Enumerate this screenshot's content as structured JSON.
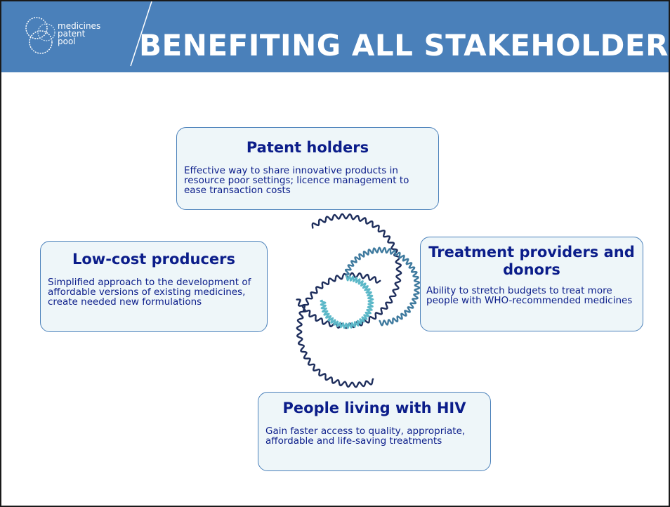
{
  "header": {
    "logo_line1": "medicines",
    "logo_line2": "patent",
    "logo_line3": "pool",
    "title": "BENEFITING ALL STAKEHOLDERS"
  },
  "boxes": {
    "patent_holders": {
      "title": "Patent holders",
      "text": "Effective way to share innovative products in resource poor settings; licence management to ease transaction costs"
    },
    "low_cost_producers": {
      "title": "Low-cost producers",
      "text": "Simplified approach to the development of affordable versions of existing medicines, create needed new formulations"
    },
    "treatment_providers": {
      "title": "Treatment providers and donors",
      "text": "Ability to stretch budgets to treat more people with WHO-recommended medicines"
    },
    "people_living_with_hiv": {
      "title": "People living with HIV",
      "text": "Gain faster access to quality, appropriate, affordable and life-saving treatments"
    }
  },
  "colors": {
    "header_bg": "#4a80ba",
    "title_text": "#ffffff",
    "box_bg": "#eef6f9",
    "box_border": "#4a80ba",
    "box_text": "#0b1d8a",
    "swirl_dark": "#1e2e5c",
    "swirl_mid": "#3f7a9e",
    "swirl_light": "#5cb8c8"
  }
}
